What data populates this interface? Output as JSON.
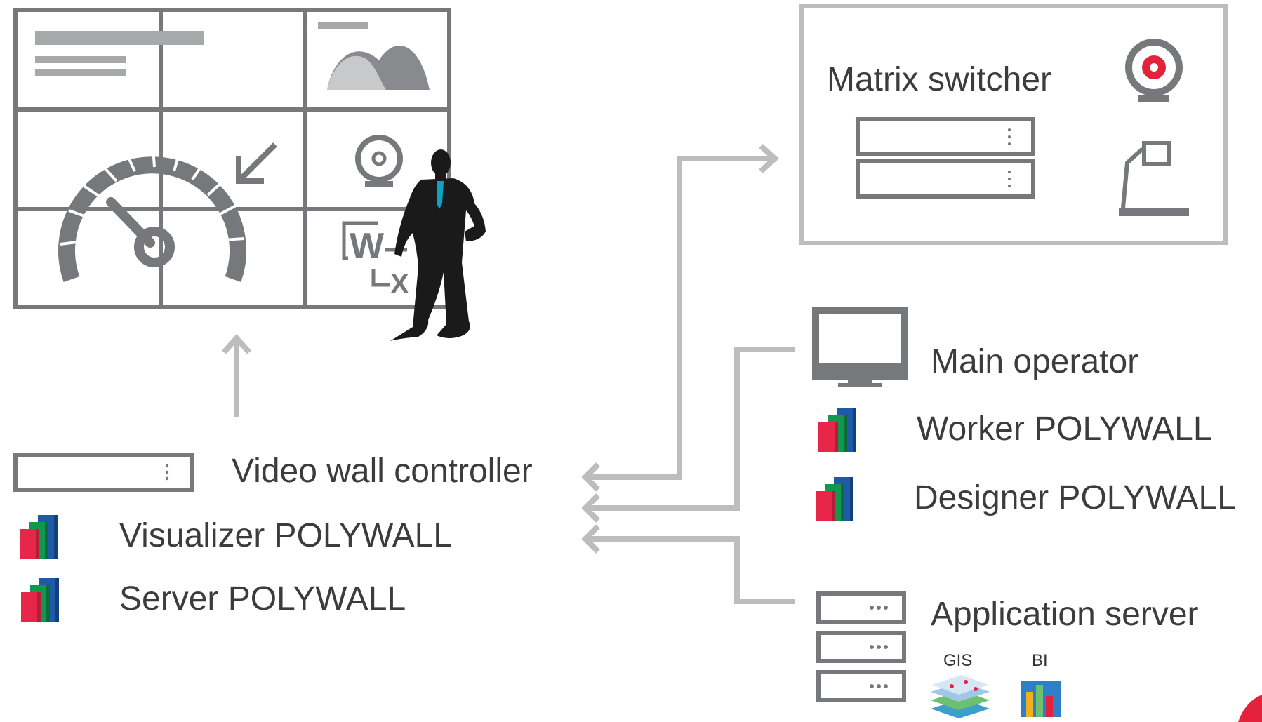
{
  "colors": {
    "wall_gray": "#77787b",
    "arrow_gray": "#bdbdbd",
    "accent_red": "#e3223c",
    "accent_teal": "#0fa3c3",
    "logo_red": "#e8264a",
    "logo_green": "#129650",
    "logo_blue": "#1e5aa8"
  },
  "left": {
    "controller_label": "Video wall controller",
    "visualizer_label": "Visualizer POLYWALL",
    "server_label": "Server POLYWALL"
  },
  "matrix": {
    "title": "Matrix switcher"
  },
  "operator": {
    "main_label": "Main operator",
    "worker_label": "Worker POLYWALL",
    "designer_label": "Designer POLYWALL"
  },
  "appserver": {
    "title": "Application server",
    "gis_label": "GIS",
    "bi_label": "BI"
  },
  "icons": {
    "wall_tiles": [
      "text-lines-icon",
      "area-chart-icon",
      "gauge-icon",
      "collapse-arrow-icon",
      "webcam-icon",
      "word-excel-icon"
    ],
    "person": "businessman-silhouette-icon",
    "logo": "polywall-logo-icon"
  }
}
